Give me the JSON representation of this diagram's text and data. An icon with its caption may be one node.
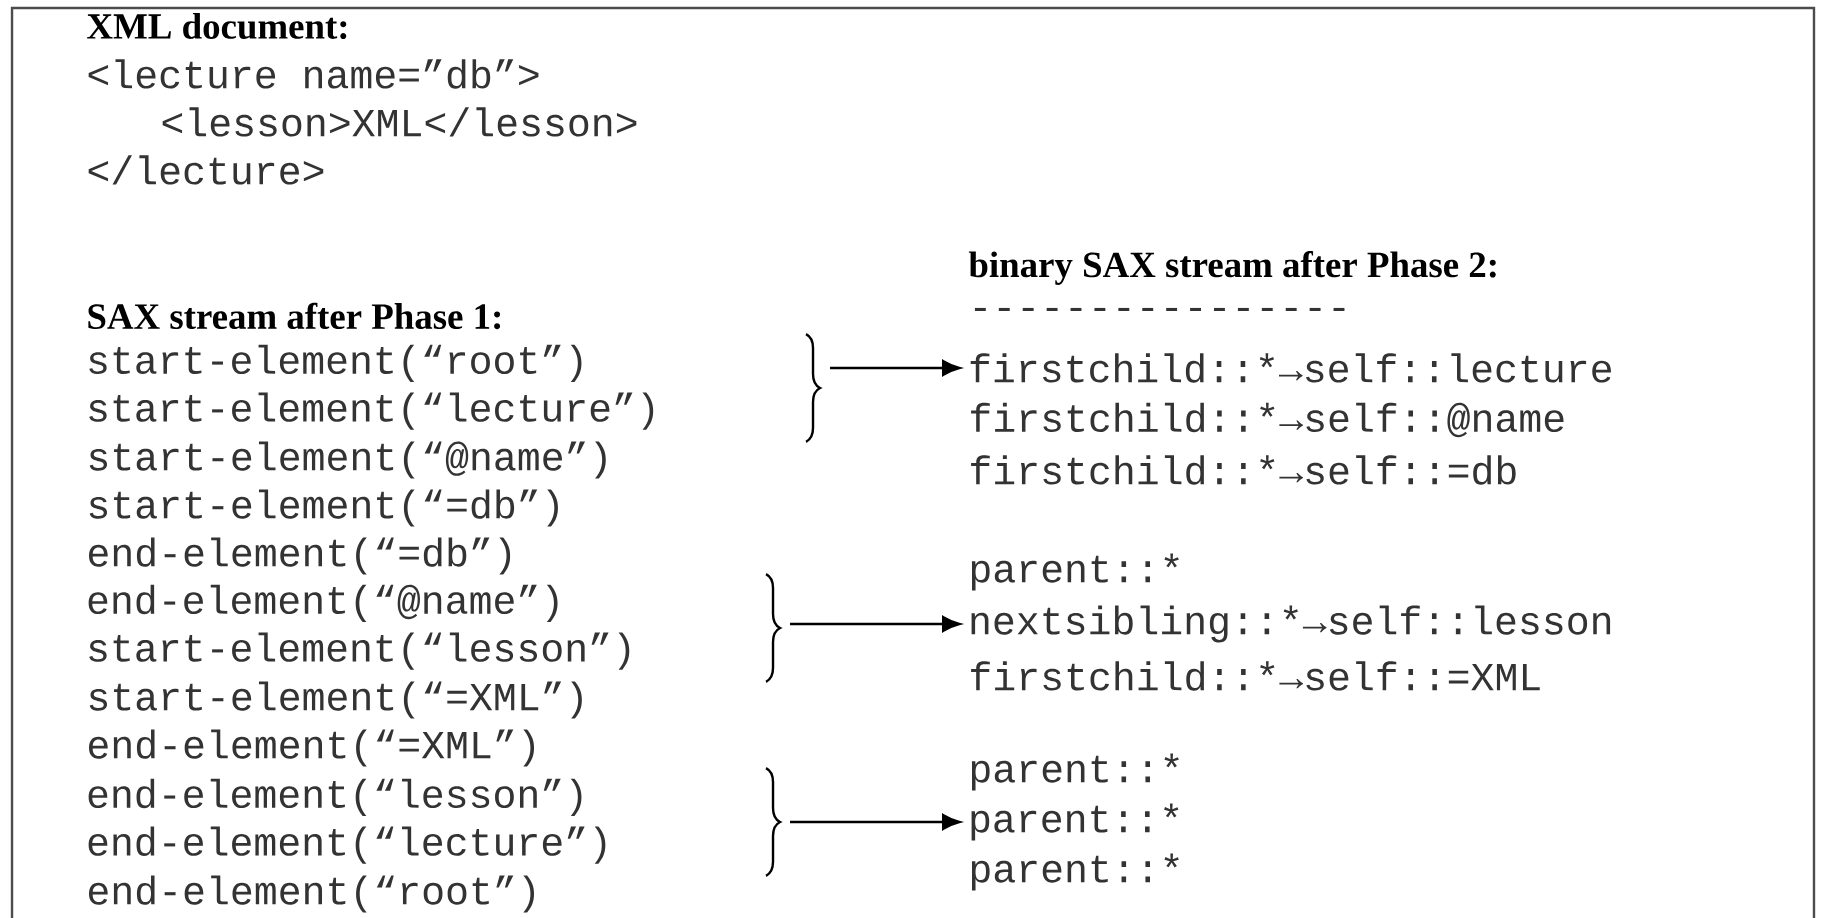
{
  "diagram": {
    "nodes": [
      {
        "text": [
          "start-element(“root”)",
          "start-element(“lecture”)"
        ]
      },
      {
        "text": [
          "firstchild::*→self::lecture"
        ]
      },
      {
        "text": [
          "end-element(“@name”)",
          "start-element(“lesson”)"
        ]
      },
      {
        "text": [
          "nextsibling::*→self::lesson"
        ]
      },
      {
        "text": [
          "end-element(“lesson”)",
          "end-element(“lecture”)"
        ]
      },
      {
        "text": [
          "parent::*"
        ]
      }
    ],
    "edges": [
      {
        "from": 0,
        "to": 1,
        "arrow": "to"
      },
      {
        "from": 2,
        "to": 3,
        "arrow": "to"
      },
      {
        "from": 4,
        "to": 5,
        "arrow": "to"
      }
    ],
    "labels": [
      "XML document:",
      "<lecture name=”db”>",
      "<lesson>XML</lesson>",
      "</lecture>",
      "binary SAX stream after Phase 2:",
      "----------------",
      "SAX stream after Phase 1:",
      "firstchild::*→self::@name",
      "start-element(“@name”)",
      "firstchild::*→self::=db",
      "start-element(“=db”)",
      "end-element(“=db”)",
      "parent::*",
      "firstchild::*→self::=XML",
      "start-element(“=XML”)",
      "end-element(“=XML”)",
      "parent::*",
      "parent::*",
      "end-element(“root”)"
    ]
  }
}
